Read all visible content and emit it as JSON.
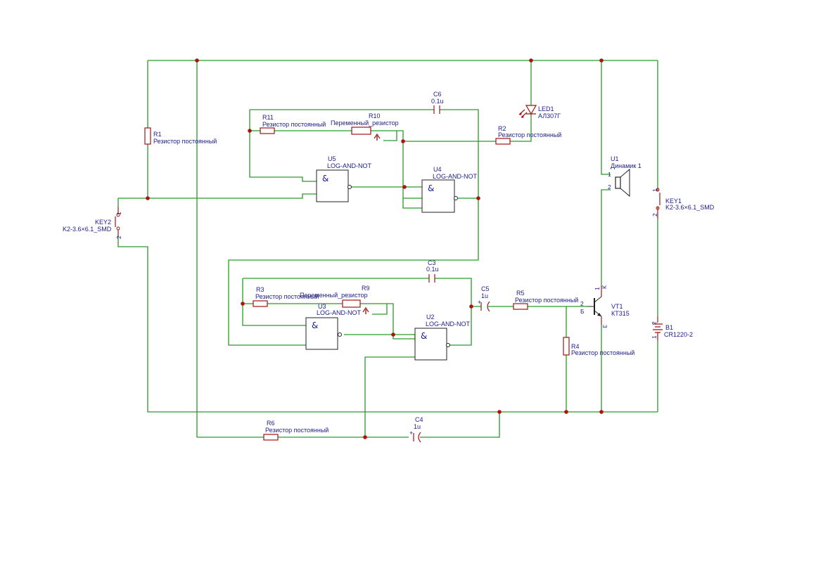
{
  "components": {
    "R1": {
      "ref": "R1",
      "value": "Резистор постоянный"
    },
    "R2": {
      "ref": "R2",
      "value": "Резистор постоянный"
    },
    "R3": {
      "ref": "R3",
      "value": "Резистор постоянный"
    },
    "R4": {
      "ref": "R4",
      "value": "Резистор постоянный"
    },
    "R5": {
      "ref": "R5",
      "value": "Резистор постоянный"
    },
    "R6": {
      "ref": "R6",
      "value": "Резистор постоянный"
    },
    "R9": {
      "ref": "R9",
      "value": "Переменный_резистор"
    },
    "R10": {
      "ref": "R10",
      "value": "Переменный_резистор"
    },
    "R11": {
      "ref": "R11",
      "value": "Резистор постоянный"
    },
    "C3": {
      "ref": "C3",
      "value": "0.1u"
    },
    "C4": {
      "ref": "C4",
      "value": "1u"
    },
    "C5": {
      "ref": "C5",
      "value": "1u"
    },
    "C6": {
      "ref": "C6",
      "value": "0.1u"
    },
    "U1": {
      "ref": "U1",
      "value": "Динамик 1"
    },
    "U2": {
      "ref": "U2",
      "value": "LOG-AND-NOT"
    },
    "U3": {
      "ref": "U3",
      "value": "LOG-AND-NOT"
    },
    "U4": {
      "ref": "U4",
      "value": "LOG-AND-NOT"
    },
    "U5": {
      "ref": "U5",
      "value": "LOG-AND-NOT"
    },
    "LED1": {
      "ref": "LED1",
      "value": "АЛ307Г"
    },
    "VT1": {
      "ref": "VT1",
      "value": "КТ315"
    },
    "KEY1": {
      "ref": "KEY1",
      "value": "K2-3.6×6.1_SMD"
    },
    "KEY2": {
      "ref": "KEY2",
      "value": "K2-3.6×6.1_SMD"
    },
    "B1": {
      "ref": "B1",
      "value": "CR1220-2"
    }
  },
  "gate_symbol": "&",
  "pins": {
    "one": "1",
    "two": "2",
    "three": "3",
    "collector": "К",
    "base": "Б"
  },
  "polarity": "+",
  "colors": {
    "wire": "#2a9a2a",
    "symbol": "#a01414",
    "junction": "#b01010",
    "label": "#1c1c8c"
  }
}
